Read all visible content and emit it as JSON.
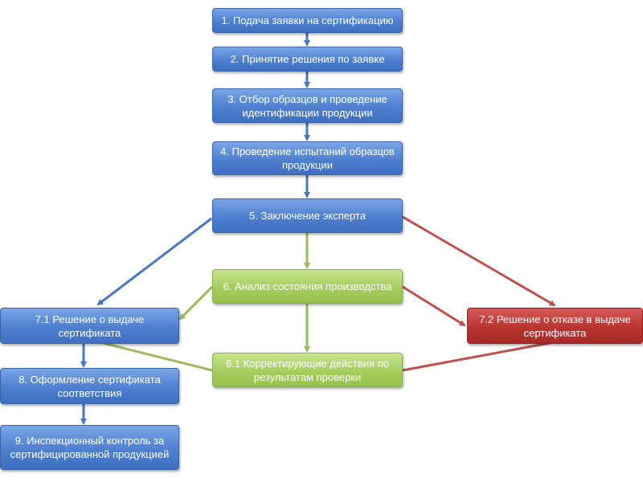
{
  "colors": {
    "blue": "#4F81BD",
    "green": "#9BBB59",
    "red": "#C0504D"
  },
  "steps": {
    "s1": "1. Подача заявки на сертификацию",
    "s2": "2. Принятие решения по заявке",
    "s3": "3. Отбор образцов и проведение идентификации продукции",
    "s4": "4. Проведение испытаний образцов продукции",
    "s5": "5. Заключение эксперта",
    "s6": "6. Анализ состояния производства",
    "s61": "6.1 Корректирующие действия по результатам проверки",
    "s71": "7.1 Решение о выдаче сертификата",
    "s72": "7.2 Решение о отказе в выдаче сертификата",
    "s8": "8. Оформление сертификата соответствия",
    "s9": "9. Инспекционный контроль за сертифицированной продукцией"
  }
}
